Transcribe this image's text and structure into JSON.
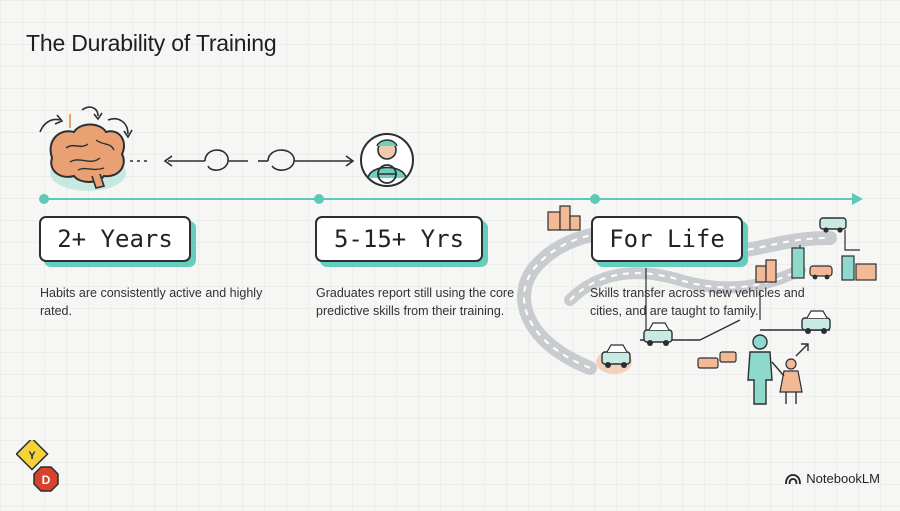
{
  "title": "The Durability of Training",
  "accent_color": "#5fc9b7",
  "milestones": [
    {
      "stat": "2+ Years",
      "description_lines": [
        "Habits are consistently active and highly",
        "rated."
      ]
    },
    {
      "stat": "5-15+ Yrs",
      "description_lines": [
        "Graduates report still using the core",
        "predictive skills from their training."
      ]
    },
    {
      "stat": "For Life",
      "description_lines": [
        "Skills transfer across new vehicles and",
        "cities, and are taught to family."
      ]
    }
  ],
  "logo": {
    "top_letter": "Y",
    "bottom_letter": "D"
  },
  "brand": {
    "name": "NotebookLM",
    "icon": "notebooklm-icon"
  },
  "icons": [
    "brain-icon",
    "driver-icon",
    "road-icon",
    "car-icon",
    "building-icon",
    "family-icon"
  ]
}
